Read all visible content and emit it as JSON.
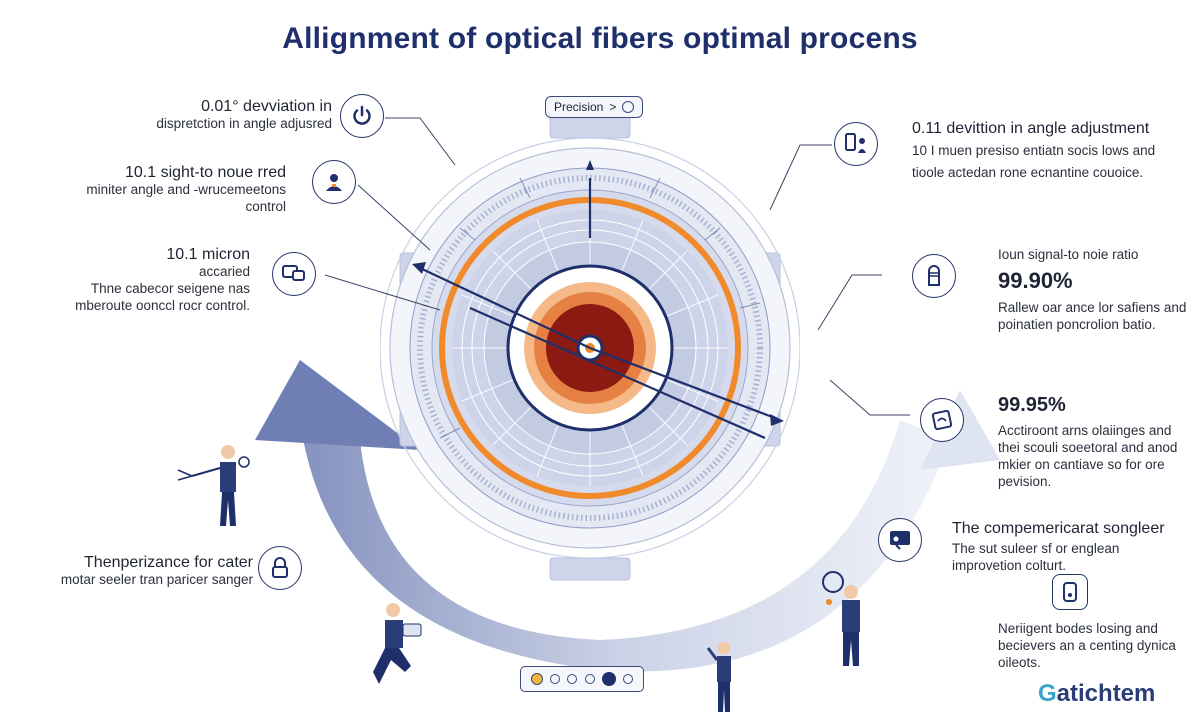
{
  "title": "Allignment of optical fibers optimal procens",
  "badge": {
    "label": "Precision",
    "arrow": ">"
  },
  "left_items": [
    {
      "line1": "0.01° devviation in",
      "line2": "dispretction in angle adjusred",
      "icon": "power-icon"
    },
    {
      "line1": "10.1 sight-to noue rred",
      "line2": "miniter angle and -wrucemeetons control",
      "icon": "user-badge-icon"
    },
    {
      "line1": "10.1 micron",
      "line2": "accaried",
      "line3": "Thne cabecor seigene nas",
      "line4": "mberoute oonccl rocr control.",
      "icon": "monitor-chat-icon"
    },
    {
      "line1": "Thenperizance for cater",
      "line2": "motar seeler tran paricer sanger",
      "icon": "lock-icon"
    }
  ],
  "right_items": [
    {
      "line1": "0.11 devittion in angle adjustment",
      "line2": "10 I muen presiso entiatn socis lows and",
      "line3": "tioole actedan rone ecnantine couoice.",
      "icon": "clipboard-person-icon"
    },
    {
      "line1": "Ioun signal-to noie ratio",
      "value": "99.90%",
      "line2": "Rallew oar ance lor safiens and",
      "line3": "poinatien poncrolion batio.",
      "icon": "sensor-icon"
    },
    {
      "value": "99.95%",
      "line1": "Acctiroont arns olaiinges and",
      "line2": "thei scouli soeetoral and anod",
      "line3": "mkier on cantiave so for ore",
      "line4": "pevision.",
      "icon": "chip-card-icon"
    },
    {
      "line1": "The compemericarat songleer",
      "line2": "The sut suleer sf or englean",
      "line3": "improvetion colturt.",
      "icon": "display-icon"
    },
    {
      "line1": "Neriigent bodes losing and",
      "line2": "becievers an a centing dynica",
      "line3": "oileots.",
      "icon": "device-icon"
    }
  ],
  "brand": {
    "prefix": "G",
    "rest": "atichtem"
  },
  "colors": {
    "navy": "#1e2f6b",
    "orange": "#f08a2a",
    "core_red": "#8b1a12",
    "slate": "#8f9cc7"
  }
}
